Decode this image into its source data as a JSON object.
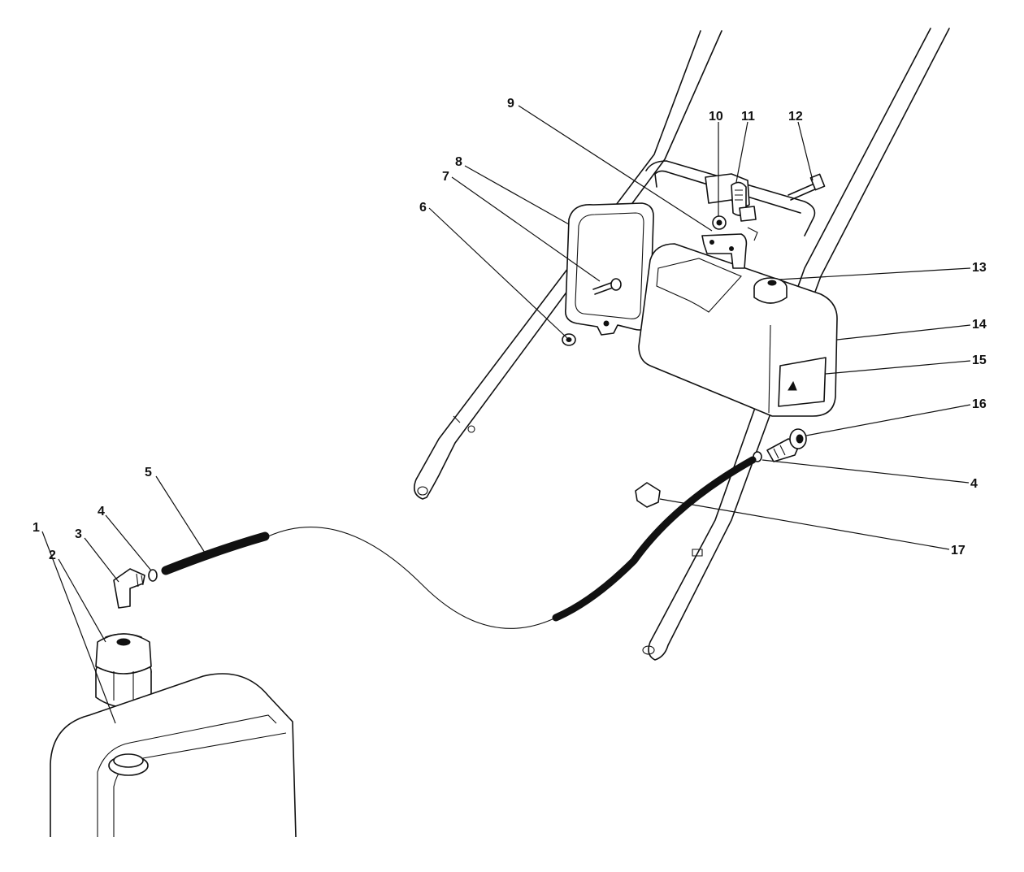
{
  "diagram": {
    "callouts": [
      {
        "id": "1",
        "label": "1"
      },
      {
        "id": "2",
        "label": "2"
      },
      {
        "id": "3",
        "label": "3"
      },
      {
        "id": "4a",
        "label": "4"
      },
      {
        "id": "5",
        "label": "5"
      },
      {
        "id": "6",
        "label": "6"
      },
      {
        "id": "7",
        "label": "7"
      },
      {
        "id": "8",
        "label": "8"
      },
      {
        "id": "9",
        "label": "9"
      },
      {
        "id": "10",
        "label": "10"
      },
      {
        "id": "11",
        "label": "11"
      },
      {
        "id": "12",
        "label": "12"
      },
      {
        "id": "13",
        "label": "13"
      },
      {
        "id": "14",
        "label": "14"
      },
      {
        "id": "15",
        "label": "15"
      },
      {
        "id": "16",
        "label": "16"
      },
      {
        "id": "4b",
        "label": "4"
      },
      {
        "id": "17",
        "label": "17"
      }
    ],
    "colors": {
      "ink": "#111111",
      "paper": "#ffffff"
    }
  }
}
